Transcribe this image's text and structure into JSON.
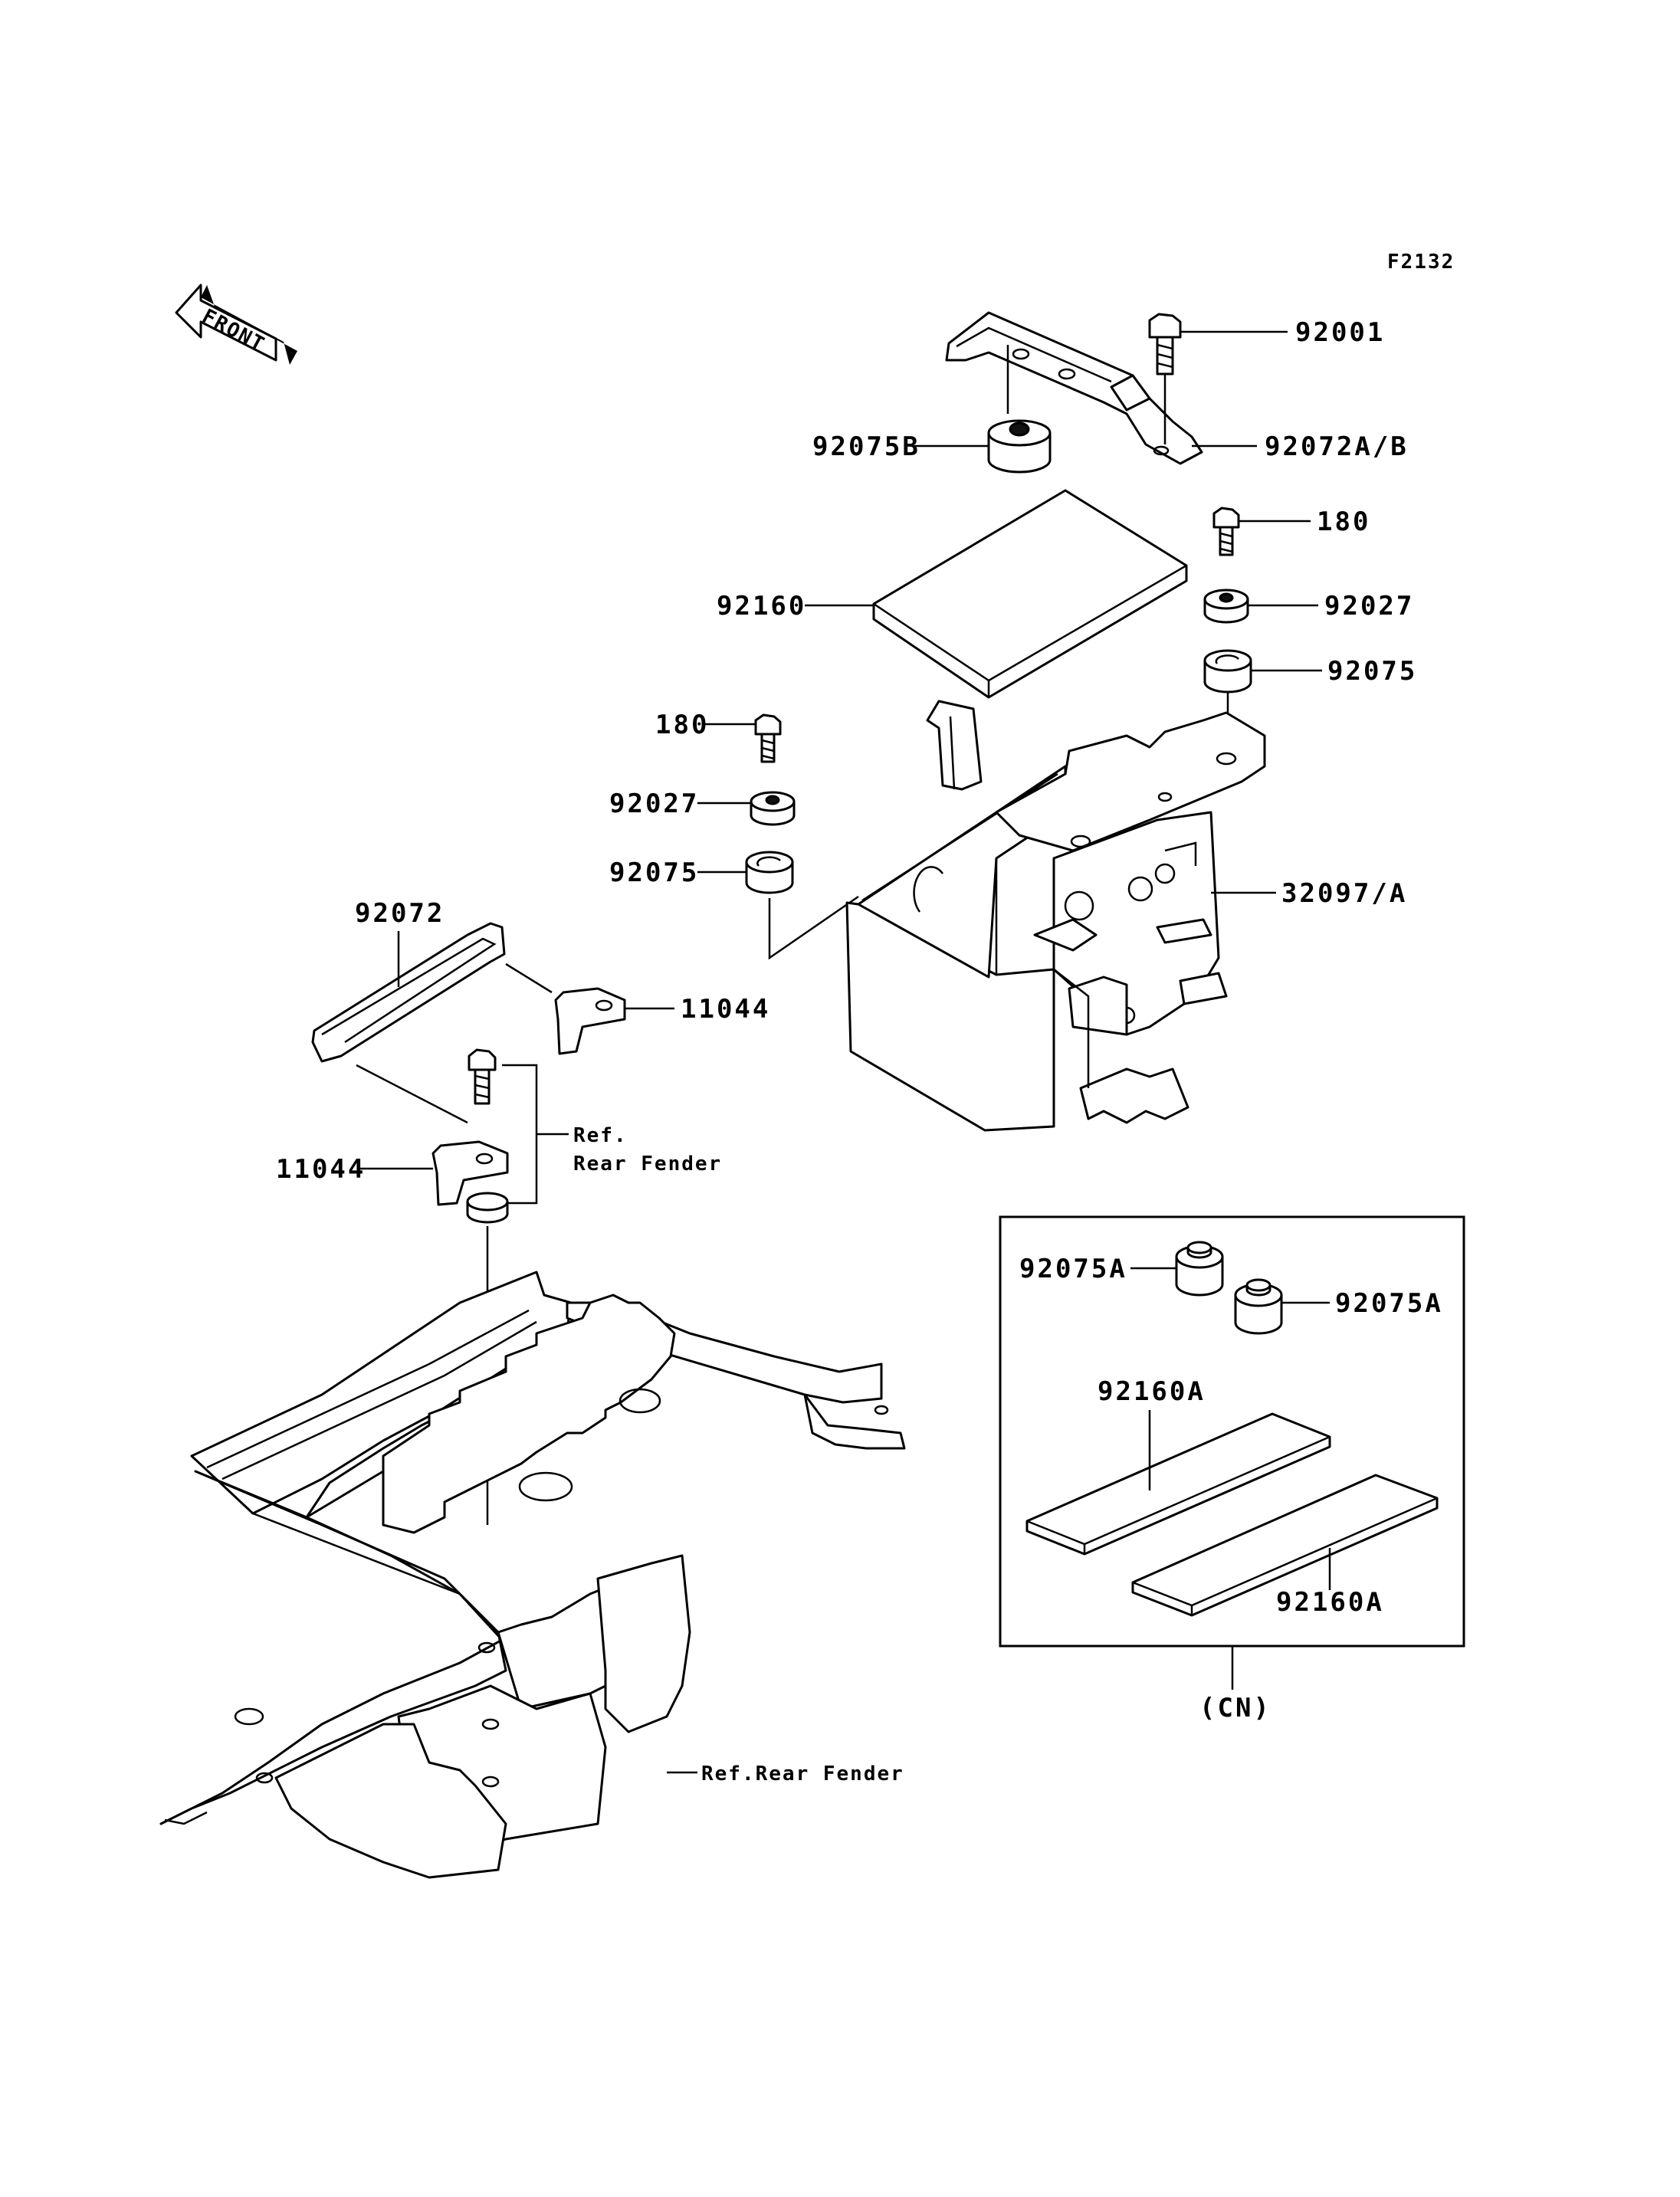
{
  "diagram": {
    "figure_code": "F2132",
    "front_arrow": "FRONT",
    "kit_label": "(CN)",
    "callouts": {
      "p92001": "92001",
      "p92075B": "92075B",
      "p92072AB": "92072A/B",
      "p180_right": "180",
      "p92160": "92160",
      "p92027_right": "92027",
      "p92075_right": "92075",
      "p180_left": "180",
      "p92027_left": "92027",
      "p92075_left": "92075",
      "p32097A": "32097/A",
      "p92072": "92072",
      "p11044_right": "11044",
      "p11044_left": "11044",
      "ref_fender_line1": "Ref.",
      "ref_fender_line2": "Rear Fender",
      "ref_rear_fender": "Ref.Rear Fender",
      "kit_92075A_left": "92075A",
      "kit_92075A_right": "92075A",
      "kit_92160A_top": "92160A",
      "kit_92160A_bottom": "92160A"
    }
  }
}
